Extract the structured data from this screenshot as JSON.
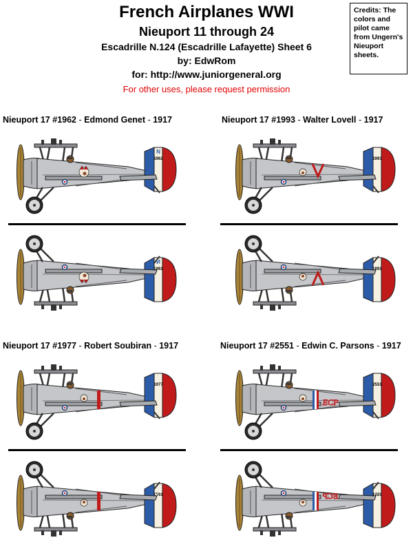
{
  "header": {
    "title": "French Airplanes WWI",
    "subtitle": "Nieuport 11 through 24",
    "unit": "Escadrille N.124 (Escadrille Lafayette)  Sheet 6",
    "author": "by: EdwRom",
    "site": "for: http://www.juniorgeneral.org",
    "notice": "For other uses, please request permission"
  },
  "credits": "Credits: The colors and pilot came from Ungern's Nieuport sheets.",
  "colors": {
    "blue": "#2c5ba8",
    "red": "#c01a1a",
    "cream": "#f5f0e1",
    "silver": "#c4c6ca",
    "prop": "#a98336"
  },
  "aircraft": [
    {
      "model": "Nieuport 17",
      "serial": "#1962",
      "pilot": "Edmond Genet",
      "year": "1917",
      "marking": "N",
      "insignia": "indian-head"
    },
    {
      "model": "Nieuport 17",
      "serial": "#1993",
      "pilot": "Walter Lovell",
      "year": "1917",
      "marking": "",
      "insignia": "red-chevron"
    },
    {
      "model": "Nieuport 17",
      "serial": "#1977",
      "pilot": "Robert Soubiran",
      "year": "1917",
      "marking": "",
      "insignia": "red-band"
    },
    {
      "model": "Nieuport 17",
      "serial": "#2551",
      "pilot": "Edwin C. Parsons",
      "year": "1917",
      "marking": "ECP",
      "insignia": "tricolor-band"
    }
  ]
}
